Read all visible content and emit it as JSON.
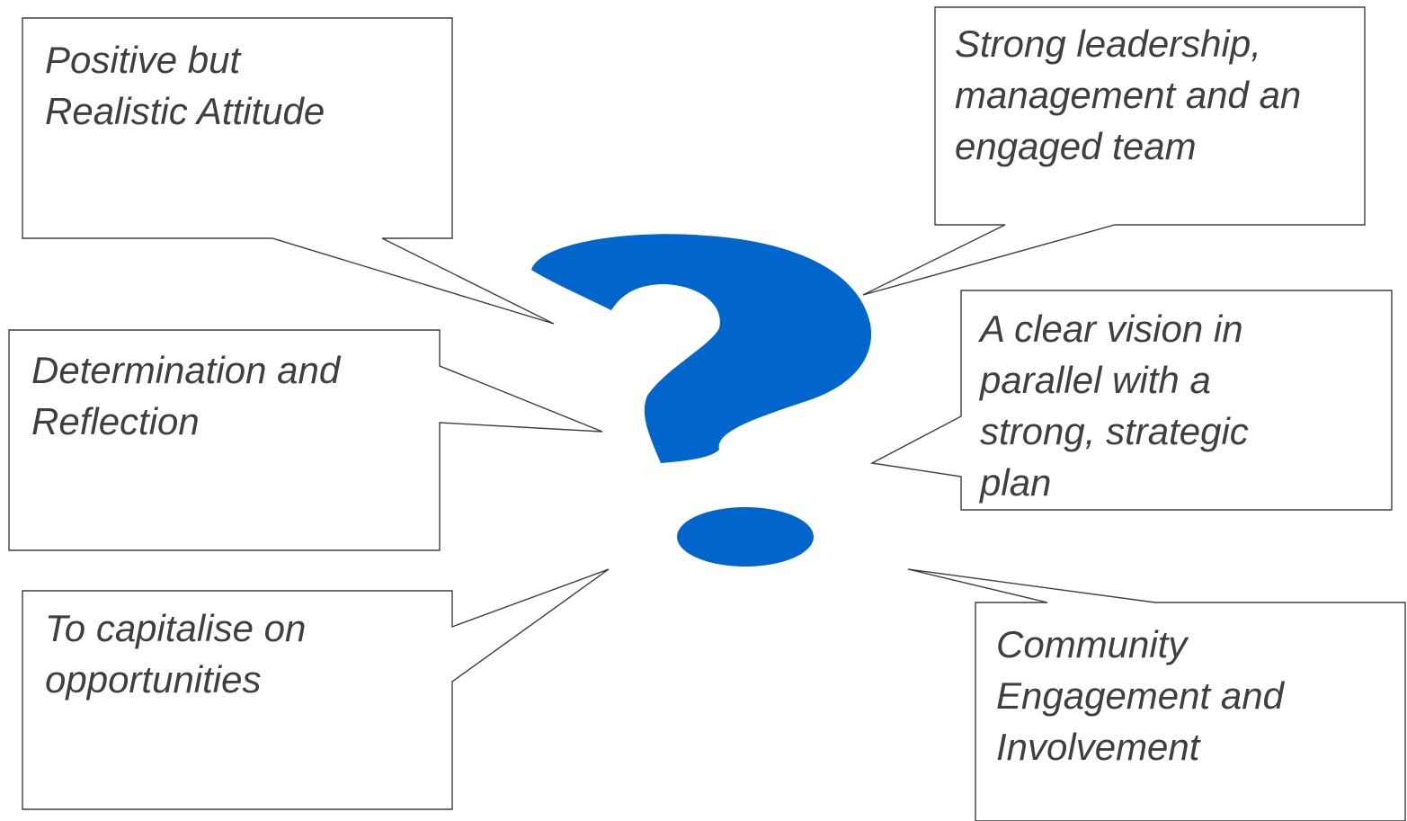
{
  "callouts": [
    {
      "id": "attitude",
      "text": "Positive but\nRealistic Attitude"
    },
    {
      "id": "leadership",
      "text": "Strong leadership,\nmanagement and an\nengaged team"
    },
    {
      "id": "determination",
      "text": "Determination and\nReflection"
    },
    {
      "id": "vision",
      "text": "A clear vision in\nparallel with a\nstrong, strategic\nplan"
    },
    {
      "id": "opportunities",
      "text": "To capitalise on\nopportunities"
    },
    {
      "id": "community",
      "text": "Community\nEngagement and\nInvolvement"
    }
  ],
  "colors": {
    "question_mark": "#0066cc",
    "callout_border": "#3f3f3f",
    "callout_text": "#3f3f3f"
  },
  "center_icon": "question-mark-icon"
}
